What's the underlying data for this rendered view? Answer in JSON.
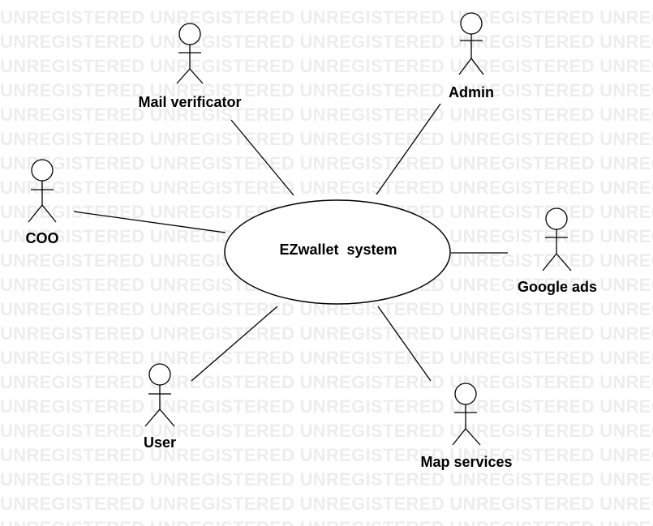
{
  "watermark": {
    "text": "UNREGISTERED"
  },
  "system": {
    "label": "EZwallet  system"
  },
  "actors": {
    "mail_verificator": "Mail verificator",
    "admin": "Admin",
    "coo": "COO",
    "google_ads": "Google ads",
    "user": "User",
    "map_services": "Map services"
  }
}
